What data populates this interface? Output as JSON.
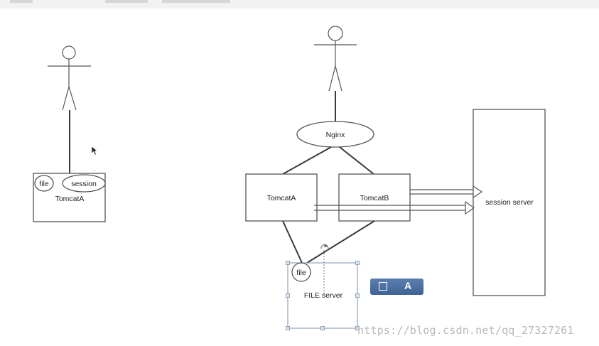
{
  "left": {
    "tomcat_label": "TomcatA",
    "file_label": "file",
    "session_label": "session"
  },
  "right": {
    "nginx_label": "Nginx",
    "tomcat_a_label": "TomcatA",
    "tomcat_b_label": "TomcatB",
    "session_server_label": "session server",
    "file_label": "file",
    "file_server_label": "FILE server"
  },
  "toolbar": {
    "text_tool_label": "A"
  },
  "watermark": "https://blog.csdn.net/qq_27327261"
}
